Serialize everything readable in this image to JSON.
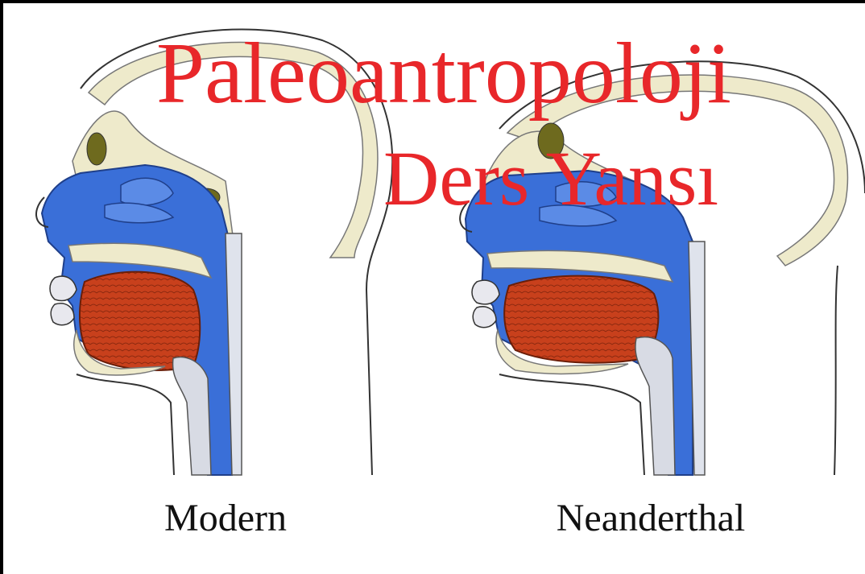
{
  "slide": {
    "title_line1": "Paleoantropoloji",
    "title_line2": "Ders Yansı",
    "captions": {
      "modern": "Modern",
      "neanderthal": "Neanderthal"
    }
  },
  "colors": {
    "title": "#e8272a",
    "airway": "#3a6fd8",
    "tongue": "#c8401c",
    "bone": "#eeeacb",
    "sinus": "#6e6a1e",
    "outline": "#333333"
  }
}
